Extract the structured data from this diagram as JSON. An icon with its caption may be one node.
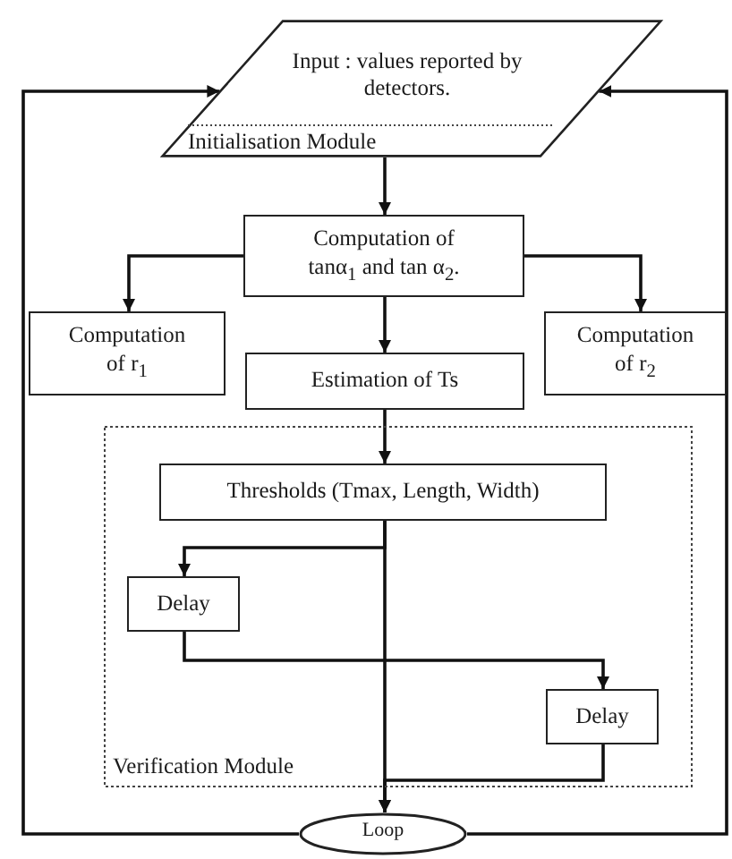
{
  "diagram": {
    "nodes": [
      {
        "text": [
          "Input : values reported by detectors.",
          "Initialisation Module"
        ]
      },
      {
        "text": [
          "Computation of tanα$_{1}$ and tan α$_{2}$."
        ]
      },
      {
        "text": [
          "Computation of r$_{1}$"
        ]
      },
      {
        "text": [
          "Estimation of Ts"
        ]
      },
      {
        "text": [
          "Computation of r$_{2}$"
        ]
      },
      {
        "text": [
          "Verification Module"
        ]
      },
      {
        "text": [
          "Thresholds (Tmax, Length, Width)"
        ],
        "in": 5
      },
      {
        "text": [
          "Delay"
        ],
        "in": 5
      },
      {
        "text": [
          "Delay"
        ],
        "in": 5
      },
      {
        "text": [
          "Loop"
        ]
      }
    ],
    "edges": [
      {
        "from": 0,
        "to": 1,
        "arrow": "to"
      },
      {
        "from": 1,
        "to": 2,
        "arrow": "to"
      },
      {
        "from": 1,
        "to": 4,
        "arrow": "to"
      },
      {
        "from": 1,
        "to": 3,
        "arrow": "to"
      },
      {
        "from": 3,
        "to": 6,
        "arrow": "to"
      },
      {
        "from": 6,
        "to": 7,
        "arrow": "to"
      },
      {
        "from": 6,
        "to": 9,
        "arrow": "to"
      },
      {
        "from": 7,
        "to": 8,
        "arrow": "to"
      },
      {
        "from": 8,
        "to": 9,
        "arrow": "to"
      },
      {
        "from": 9,
        "to": 0,
        "arrow": "to"
      },
      {
        "from": 9,
        "to": 0,
        "arrow": "to"
      }
    ]
  }
}
